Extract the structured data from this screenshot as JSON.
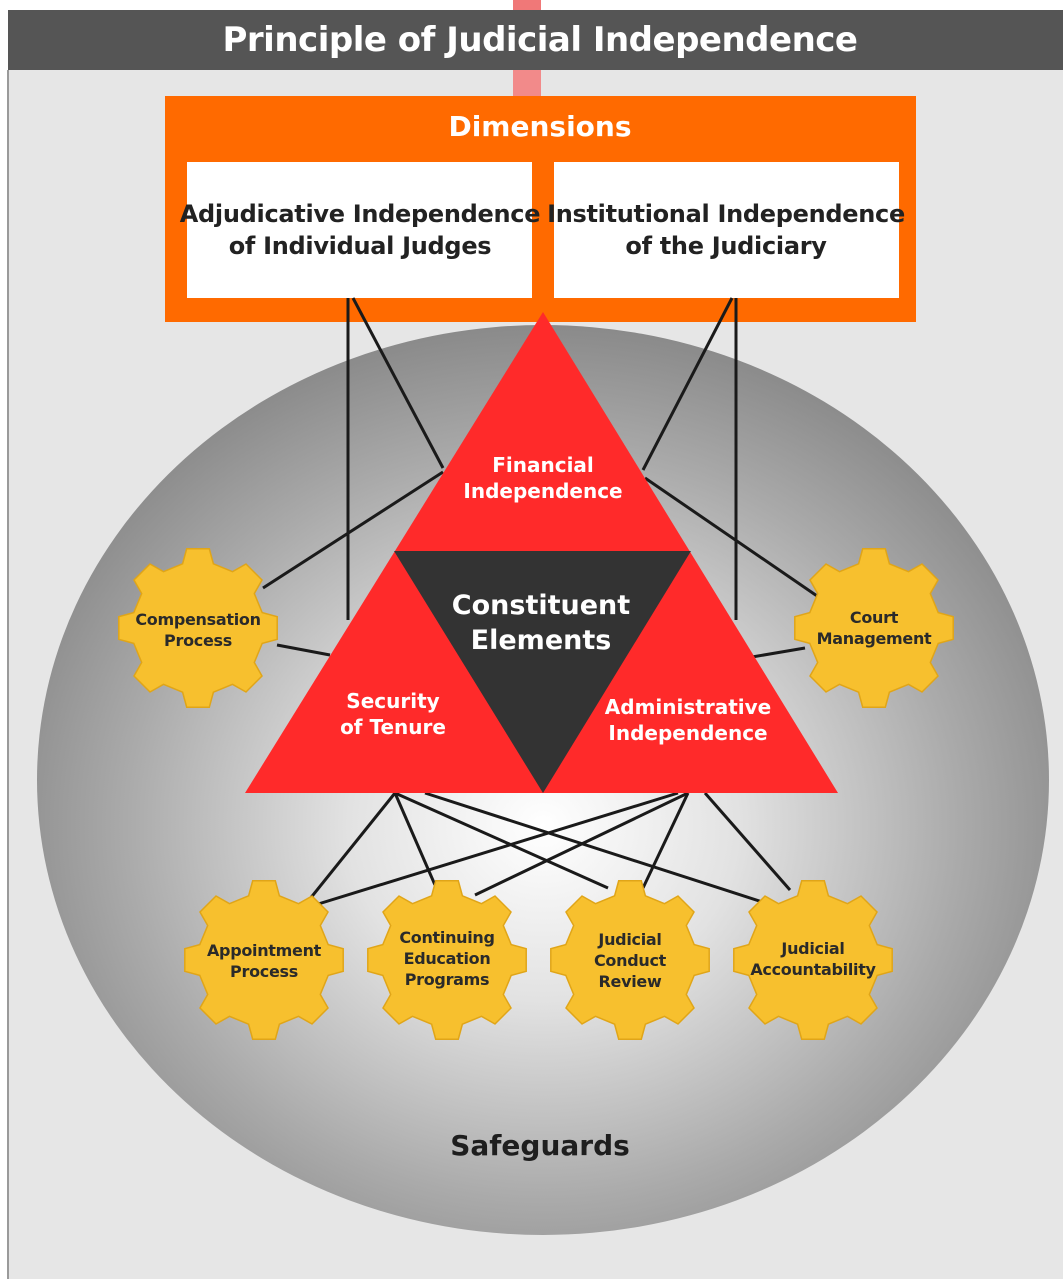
{
  "title": "Principle of Judicial Independence",
  "dimensions": {
    "label": "Dimensions",
    "adjudicative": [
      "Adjudicative Independence",
      "of Individual Judges"
    ],
    "institutional": [
      "Institutional Independence",
      "of the Judiciary"
    ]
  },
  "constituent_elements": {
    "center": [
      "Constituent",
      "Elements"
    ],
    "financial": [
      "Financial",
      "Independence"
    ],
    "security": [
      "Security",
      "of Tenure"
    ],
    "administrative": [
      "Administrative",
      "Independence"
    ]
  },
  "safeguards": {
    "label": "Safeguards",
    "compensation": [
      "Compensation",
      "Process"
    ],
    "court_management": [
      "Court",
      "Management"
    ],
    "appointment": [
      "Appointment",
      "Process"
    ],
    "continuing_education": [
      "Continuing",
      "Education",
      "Programs"
    ],
    "conduct_review": [
      "Judicial",
      "Conduct",
      "Review"
    ],
    "accountability": [
      "Judicial",
      "Accountability"
    ]
  },
  "colors": {
    "title_bar": "#555555",
    "orange": "#ff6a00",
    "red": "#ff2a2a",
    "center_dark": "#333333",
    "gear": "#f7c02e",
    "background": "#e6e6e6"
  }
}
